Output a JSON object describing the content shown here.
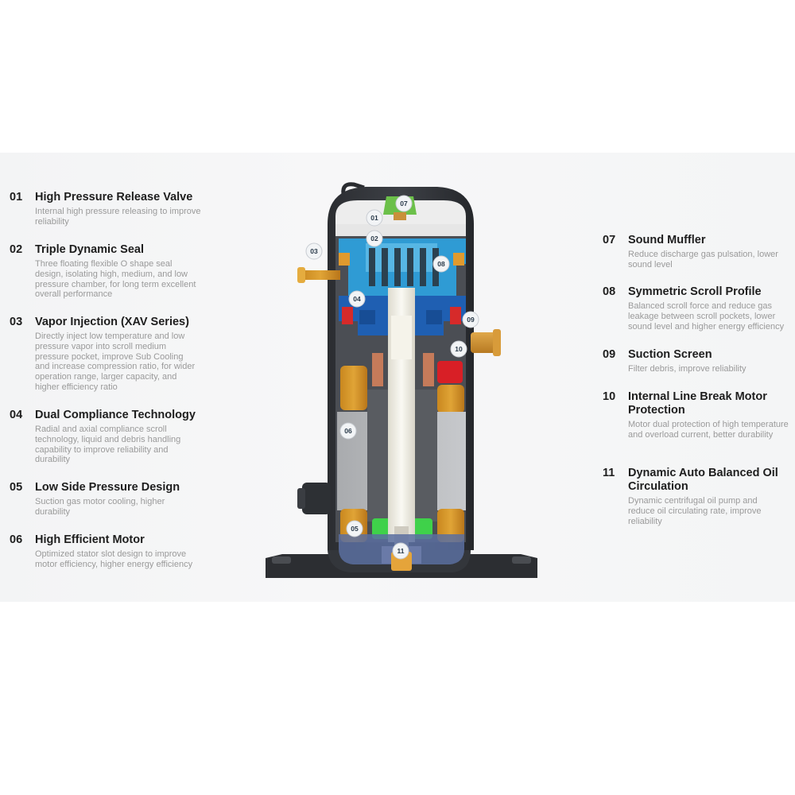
{
  "features_left": [
    {
      "num": "01",
      "title": "High Pressure Release Valve",
      "desc": "Internal high pressure releasing to improve reliability"
    },
    {
      "num": "02",
      "title": "Triple Dynamic Seal",
      "desc": "Three floating flexible O shape seal design, isolating high, medium, and low pressure chamber, for long term excellent overall performance"
    },
    {
      "num": "03",
      "title": "Vapor Injection (XAV Series)",
      "desc": "Directly inject low temperature and low pressure vapor into scroll medium pressure pocket, improve Sub Cooling and increase compression ratio, for wider operation range, larger capacity, and higher efficiency ratio"
    },
    {
      "num": "04",
      "title": "Dual Compliance Technology",
      "desc": "Radial and axial compliance scroll technology, liquid and debris handling capability to improve reliability and durability"
    },
    {
      "num": "05",
      "title": "Low Side Pressure Design",
      "desc": "Suction gas motor cooling, higher durability"
    },
    {
      "num": "06",
      "title": "High Efficient Motor",
      "desc": "Optimized stator slot design to improve motor efficiency, higher energy efficiency"
    }
  ],
  "features_right": [
    {
      "num": "07",
      "title": "Sound Muffler",
      "desc": "Reduce discharge gas pulsation, lower sound level"
    },
    {
      "num": "08",
      "title": "Symmetric Scroll Profile",
      "desc": "Balanced scroll force and reduce gas leakage between scroll pockets, lower sound level and higher energy efficiency"
    },
    {
      "num": "09",
      "title": "Suction Screen",
      "desc": "Filter debris, improve reliability"
    },
    {
      "num": "10",
      "title": "Internal Line Break Motor Protection",
      "desc": "Motor dual protection of high temperature and overload current, better durability"
    },
    {
      "num": "11",
      "title": "Dynamic Auto Balanced Oil Circulation",
      "desc": "Dynamic centrifugal oil pump and reduce oil circulating rate, improve reliability"
    }
  ],
  "callouts": [
    "01",
    "02",
    "03",
    "04",
    "05",
    "06",
    "07",
    "08",
    "09",
    "10",
    "11"
  ]
}
